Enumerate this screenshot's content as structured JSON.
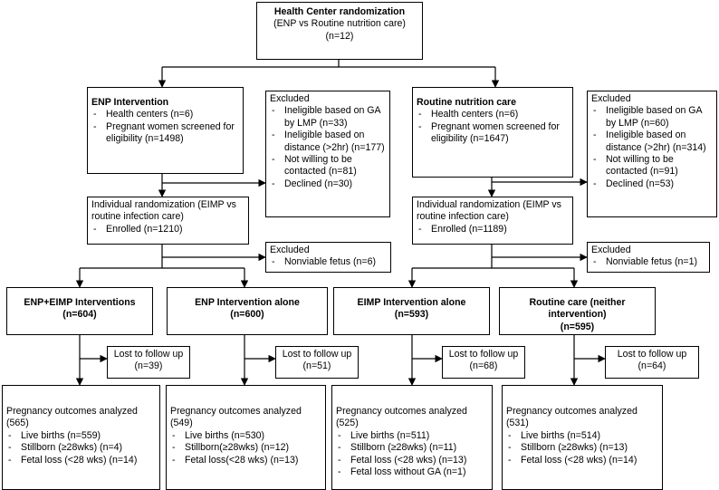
{
  "top": {
    "title": "Health Center randomization",
    "line2": "(ENP vs Routine nutrition care)",
    "line3": "(n=12)"
  },
  "left": {
    "arm": {
      "title": "ENP Intervention",
      "items": [
        "Health centers (n=6)",
        "Pregnant women screened for eligibility (n=1498)"
      ]
    },
    "excluded1": {
      "title": "Excluded",
      "items": [
        "Ineligible based on GA by LMP (n=33)",
        "Ineligible based on distance (>2hr) (n=177)",
        "Not willing to be contacted (n=81)",
        "Declined (n=30)"
      ]
    },
    "indiv": {
      "title": "Individual randomization (EIMP vs routine infection care)",
      "items": [
        "Enrolled (n=1210)"
      ]
    },
    "excluded2": {
      "title": "Excluded",
      "items": [
        "Nonviable fetus (n=6)"
      ]
    }
  },
  "right": {
    "arm": {
      "title": "Routine nutrition care",
      "items": [
        "Health centers (n=6)",
        "Pregnant women screened for eligibility (n=1647)"
      ]
    },
    "excluded1": {
      "title": "Excluded",
      "items": [
        "Ineligible based on GA by LMP (n=60)",
        "Ineligible based on distance (>2hr) (n=314)",
        "Not willing to be contacted (n=91)",
        "Declined (n=53)"
      ]
    },
    "indiv": {
      "title": "Individual randomization (EIMP vs routine infection care)",
      "items": [
        "Enrolled (n=1189)"
      ]
    },
    "excluded2": {
      "title": "Excluded",
      "items": [
        "Nonviable fetus (n=1)"
      ]
    }
  },
  "groups": [
    {
      "title": "ENP+EIMP Interventions",
      "n": "(n=604)",
      "lost": [
        "Lost to follow up",
        "(n=39)"
      ],
      "outcome_title": "Pregnancy outcomes analyzed (565)",
      "outcomes": [
        "Live births (n=559)",
        "Stillborn (≥28wks) (n=4)",
        "Fetal loss (<28 wks) (n=14)"
      ]
    },
    {
      "title": "ENP Intervention alone",
      "n": "(n=600)",
      "lost": [
        "Lost to follow up",
        "(n=51)"
      ],
      "outcome_title": "Pregnancy outcomes analyzed (549)",
      "outcomes": [
        "Live births (n=530)",
        "Stillborn(≥28wks) (n=12)",
        "Fetal loss(<28 wks) (n=13)"
      ]
    },
    {
      "title": "EIMP Intervention alone",
      "n": "(n=593)",
      "lost": [
        "Lost to follow up",
        "(n=68)"
      ],
      "outcome_title": "Pregnancy outcomes analyzed (525)",
      "outcomes": [
        "Live births (n=511)",
        "Stillborn (≥28wks) (n=11)",
        "Fetal loss (<28 wks) (n=13)",
        "Fetal loss without GA (n=1)"
      ]
    },
    {
      "title": "Routine care (neither intervention)",
      "n": "(n=595)",
      "lost": [
        "Lost to follow up",
        "(n=64)"
      ],
      "outcome_title": "Pregnancy outcomes analyzed (531)",
      "outcomes": [
        "Live births (n=514)",
        "Stillborn (≥28wks) (n=13)",
        "Fetal loss (<28 wks) (n=14)"
      ]
    }
  ]
}
